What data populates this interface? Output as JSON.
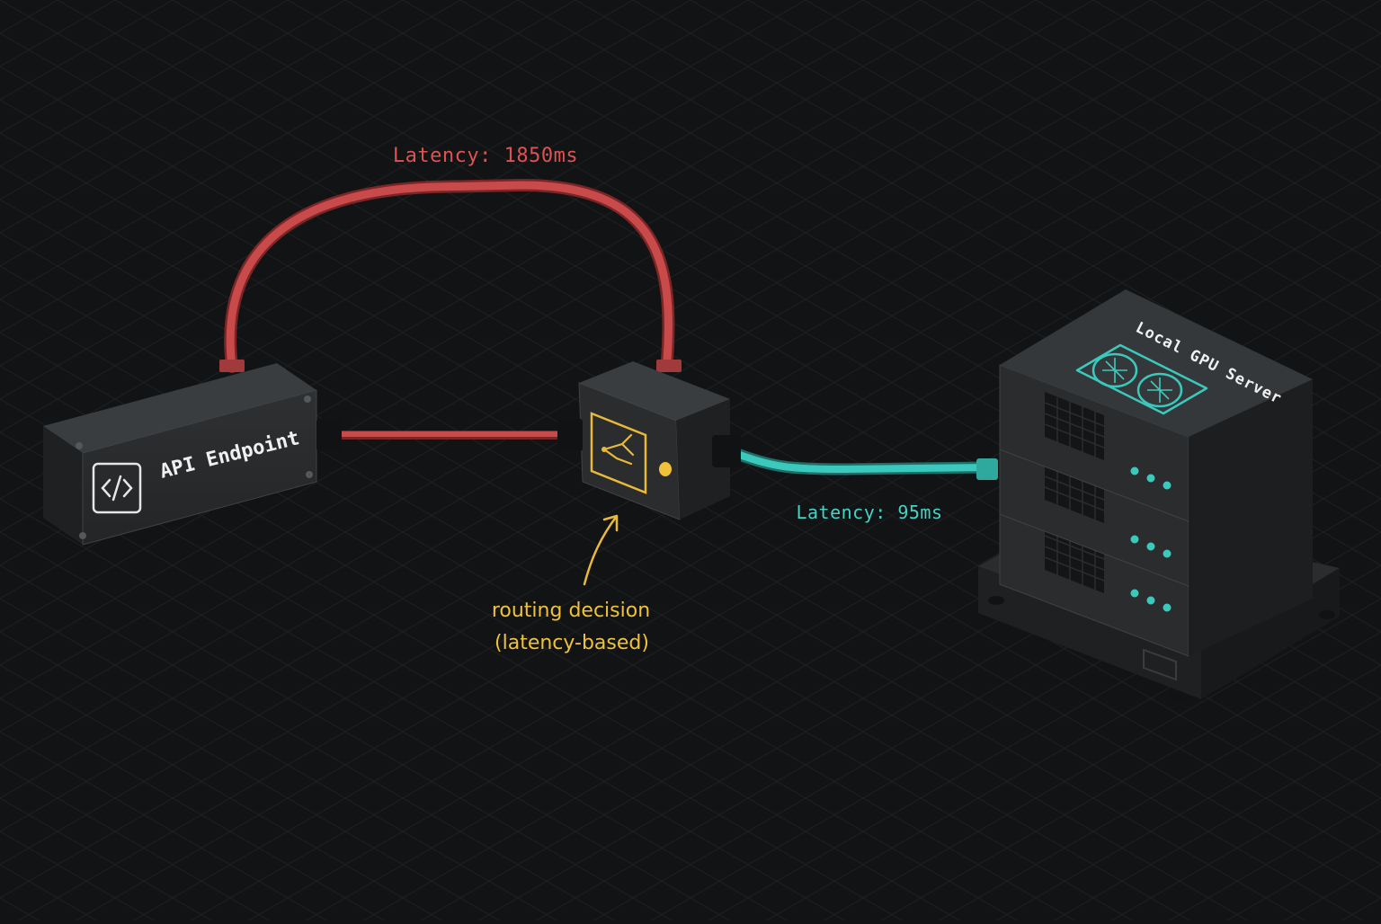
{
  "colors": {
    "background": "#121314",
    "device_body": "#2a2c2e",
    "device_top": "#3a3d40",
    "device_side": "#1f2022",
    "slow_path": "#c94a4a",
    "fast_path": "#3cc9bd",
    "router_accent": "#e8b93a",
    "label_text": "#f0f0f0"
  },
  "nodes": {
    "api": {
      "label": "API Endpoint",
      "icon": "code-icon"
    },
    "router": {
      "icon": "branch-icon",
      "status_icon": "status-dot-icon"
    },
    "server": {
      "label": "Local GPU Server",
      "icon": "gpu-fans-icon"
    }
  },
  "links": {
    "slow": {
      "label": "Latency: 1850ms",
      "value_ms": 1850
    },
    "fast": {
      "label": "Latency: 95ms",
      "value_ms": 95
    }
  },
  "annotation": {
    "line1": "routing decision",
    "line2": "(latency-based)",
    "icon": "arrow-up-icon"
  }
}
